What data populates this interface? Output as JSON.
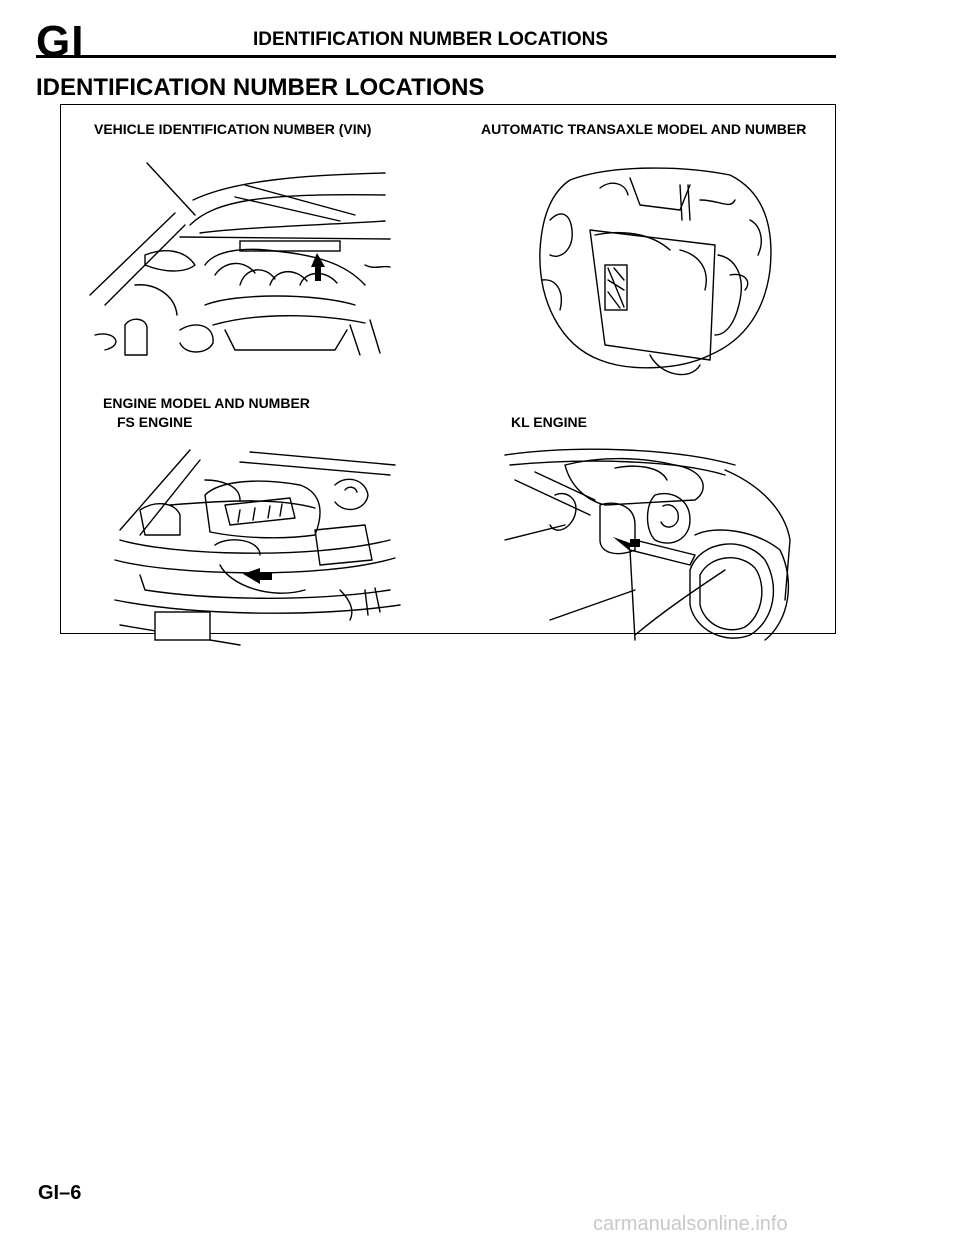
{
  "header": {
    "section_code": "GI",
    "running_title": "IDENTIFICATION NUMBER LOCATIONS"
  },
  "section_title": "IDENTIFICATION NUMBER LOCATIONS",
  "figures": {
    "vin": {
      "caption": "VEHICLE IDENTIFICATION NUMBER (VIN)"
    },
    "transaxle": {
      "caption": "AUTOMATIC TRANSAXLE MODEL AND NUMBER"
    },
    "engine": {
      "caption": "ENGINE MODEL AND NUMBER",
      "fs_caption": "FS ENGINE",
      "kl_caption": "KL ENGINE"
    }
  },
  "footer": {
    "page_number": "GI–6",
    "watermark": "carmanualsonline.info"
  }
}
